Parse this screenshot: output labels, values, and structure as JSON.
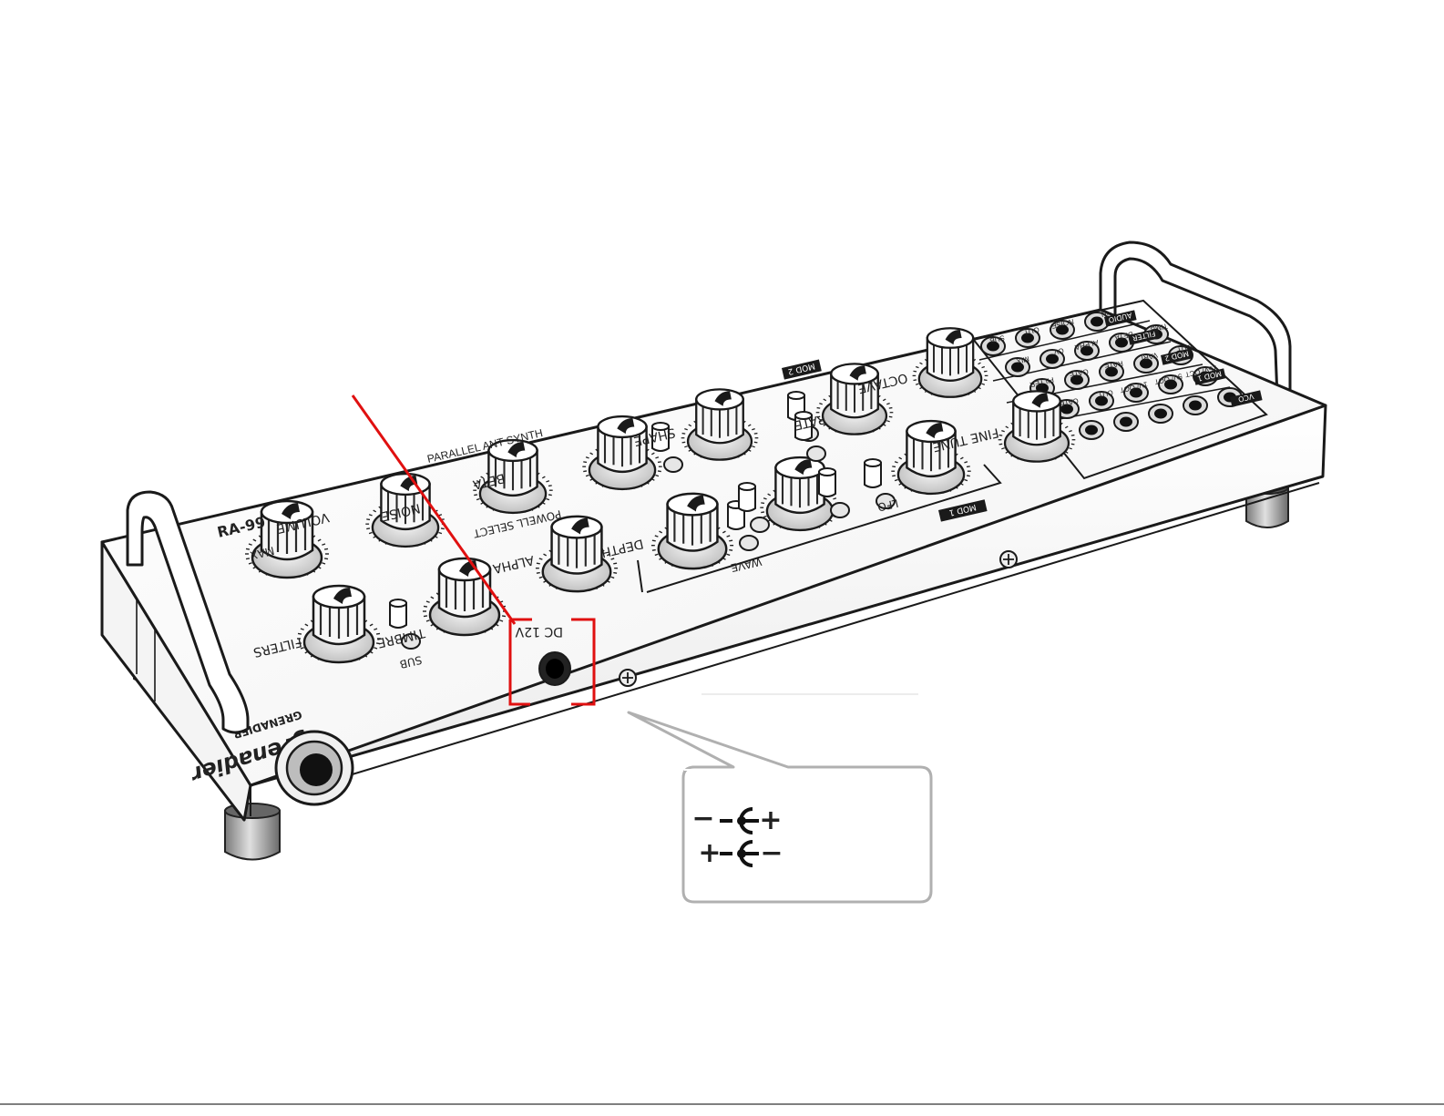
{
  "device": {
    "model": "RA-99",
    "brand": "grenadier",
    "brand_sub": "GRENADIER",
    "tagline": "PARALLEL ANT SYNTH",
    "power_label": "DC 12V"
  },
  "section_tabs": [
    "MOD 2",
    "MOD 1",
    "AUDIO",
    "FILTER",
    "MOD 2",
    "MOD 1",
    "VCO"
  ],
  "knob_labels": [
    "VOLUME",
    "NOISE",
    "FILTERS",
    "TIMBRE",
    "ALPHA",
    "BETA",
    "DEPTH",
    "SHAPE",
    "RATE",
    "OCTAVE",
    "FINE TUNE"
  ],
  "small_labels": [
    "SUB",
    "WAVE",
    "LFO",
    "POWELL SELECT",
    "MAX"
  ],
  "patch_labels": [
    "SUB",
    "OUT",
    "NOISE",
    "IN",
    "MIX",
    "CV",
    "ALPHA",
    "BETA",
    "TIMB",
    "FILTER",
    "GATE",
    "RATE",
    "VARI",
    "OUT",
    "CATE",
    "CUT",
    "1V/ OCT",
    "5V/ OCT",
    "15V/ OCT"
  ],
  "polarity": {
    "row1": {
      "left": "−",
      "right": "+"
    },
    "row2": {
      "left": "+",
      "right": "−"
    }
  },
  "colors": {
    "highlight": "#e01010",
    "outline": "#1a1a1a",
    "callout_border": "#b0b0b0"
  }
}
